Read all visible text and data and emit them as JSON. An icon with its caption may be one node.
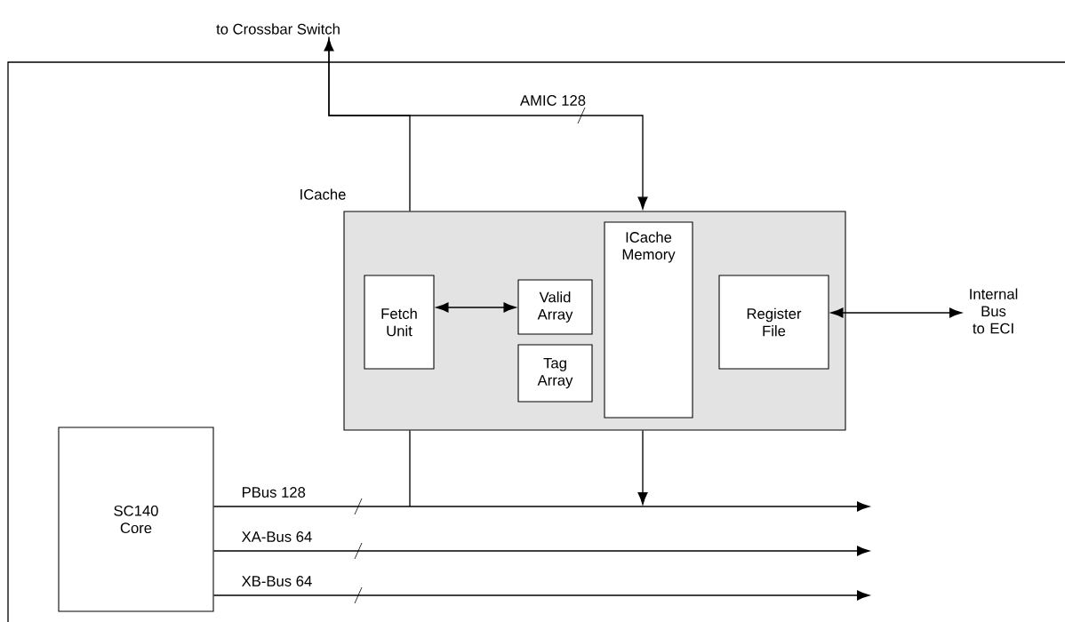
{
  "diagram": {
    "nodes": [
      {
        "text": [
          "ICache"
        ]
      },
      {
        "text": [
          "Fetch Unit"
        ],
        "in": 0
      },
      {
        "text": [
          "Valid Array"
        ],
        "in": 0
      },
      {
        "text": [
          "Tag Array"
        ],
        "in": 0
      },
      {
        "text": [
          "ICache Memory"
        ],
        "in": 0
      },
      {
        "text": [
          "Register File"
        ],
        "in": 0
      },
      {
        "text": [
          "SC140 Core"
        ]
      },
      {
        "text": [
          "to Crossbar Switch"
        ]
      },
      {
        "text": [
          "Internal Bus to ECI"
        ]
      }
    ],
    "edges": [
      {
        "from": 0,
        "to": 7,
        "arrow": "to"
      },
      {
        "from": 7,
        "to": 0,
        "arrow": "to",
        "label": "AMIC 128"
      },
      {
        "from": 1,
        "to": 2,
        "arrow": "both"
      },
      {
        "from": 5,
        "to": 8,
        "arrow": "both"
      },
      {
        "from": 6,
        "to": null,
        "arrow": "to",
        "label": "PBus 128"
      },
      {
        "from": 6,
        "to": null,
        "arrow": "to",
        "label": "XA-Bus 64"
      },
      {
        "from": 6,
        "to": null,
        "arrow": "to",
        "label": "XB-Bus 64"
      },
      {
        "from": 0,
        "to": null,
        "arrow": "none"
      },
      {
        "from": 0,
        "to": null,
        "arrow": "to"
      }
    ]
  }
}
